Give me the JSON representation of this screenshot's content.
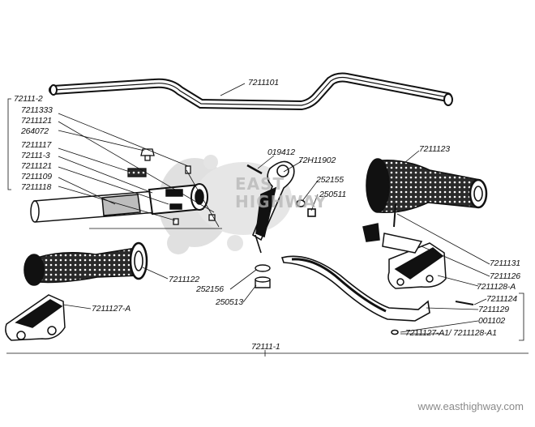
{
  "diagram": {
    "part_labels": {
      "bar": "7211101",
      "grp_2": "72111-2",
      "p7211333": "7211333",
      "p7211121a": "7211121",
      "p264072": "264072",
      "p7211117": "7211117",
      "p72113": "72111-3",
      "p7211121b": "7211121",
      "p7211109": "7211109",
      "p7211118": "7211118",
      "p019412": "019412",
      "p72H11902": "72H11902",
      "p252155": "252155",
      "p250511": "250511",
      "p7211123": "7211123",
      "p7211122": "7211122",
      "p252156": "252156",
      "p250513": "250513",
      "p7211127A": "7211127-A",
      "p7211131": "7211131",
      "p7211126": "7211126",
      "p7211128A": "7211128-A",
      "p7211124": "7211124",
      "p7211129": "7211129",
      "p001102": "001102",
      "p7211127A1": "7211127-A1/ 7211128-A1",
      "assembly": "72111-1"
    },
    "watermark_text": [
      "EAST",
      "HIGHWAY"
    ],
    "footer_url": "www.easthighway.com"
  }
}
